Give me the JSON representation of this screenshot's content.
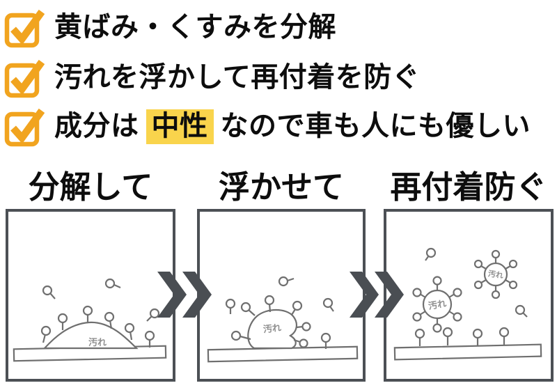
{
  "colors": {
    "accent_orange": "#F1A41F",
    "highlight_yellow": "#F9D44C",
    "text_black": "#0d0d0d",
    "panel_border_gray": "#4C5055",
    "arrow_gray": "#4A4E53",
    "sketch_gray": "#6f6f6f",
    "dirt_label_gray": "#8f8f8f"
  },
  "checklist": {
    "items": [
      {
        "icon": "checkbox-checked-icon",
        "text": "黄ばみ・くすみを分解"
      },
      {
        "icon": "checkbox-checked-icon",
        "text": "汚れを浮かして再付着を防ぐ"
      },
      {
        "icon": "checkbox-checked-icon",
        "text_before": "成分は",
        "highlight": "中性",
        "text_after": "なので車も人にも優しい"
      }
    ]
  },
  "process": {
    "arrow_icon": "double-chevron-right-icon",
    "steps": [
      {
        "title": "分解して",
        "dirt_label": "汚れ"
      },
      {
        "title": "浮かせて",
        "dirt_label": "汚れ"
      },
      {
        "title": "再付着防ぐ",
        "dirt_labels": [
          "汚れ",
          "汚れ"
        ]
      }
    ]
  }
}
